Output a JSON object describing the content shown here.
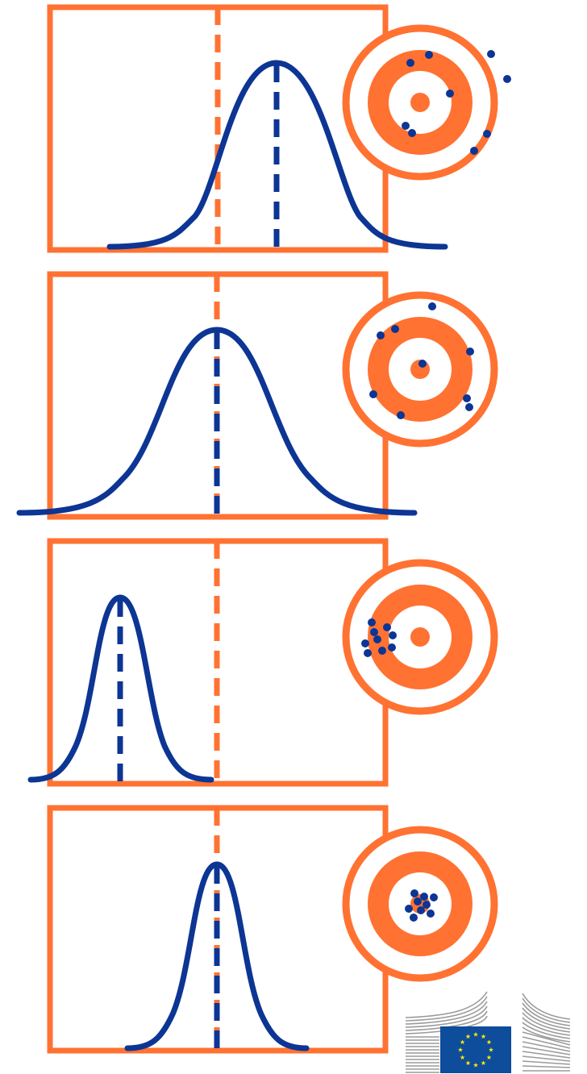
{
  "colors": {
    "orange": "#FF7232",
    "blue": "#0C3594",
    "background": "#FFFFFF",
    "eu_flag_blue": "#0E4C9C",
    "eu_star_yellow": "#FFE800",
    "building_gray": "#9A9A9A"
  },
  "diagram": {
    "panels": [
      {
        "id": "low-accuracy-low-precision",
        "mean_offset": "right",
        "spread": "wide",
        "hits": "scattered"
      },
      {
        "id": "high-accuracy-low-precision",
        "mean_offset": "centered",
        "spread": "wide",
        "hits": "scattered"
      },
      {
        "id": "low-accuracy-high-precision",
        "mean_offset": "left",
        "spread": "narrow",
        "hits": "clustered-off-center"
      },
      {
        "id": "high-accuracy-high-precision",
        "mean_offset": "centered",
        "spread": "narrow",
        "hits": "clustered-center"
      }
    ]
  },
  "logo": {
    "icons": [
      "european-commission-logo",
      "eu-flag-icon"
    ]
  }
}
